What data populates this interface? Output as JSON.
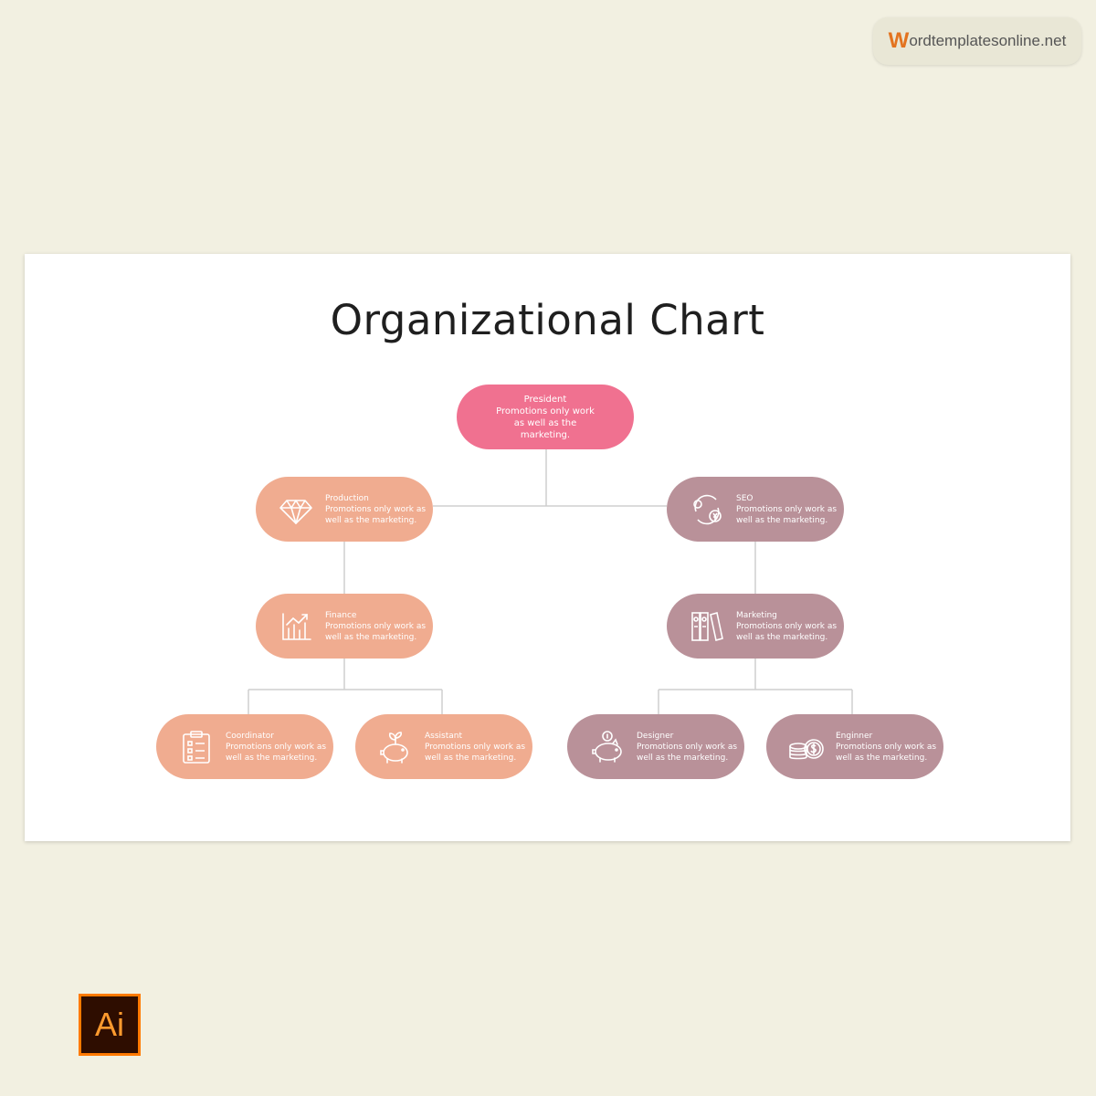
{
  "brand": {
    "initial": "W",
    "rest": "ordtemplatesonline.net"
  },
  "title": "Organizational Chart",
  "nodes": {
    "president": {
      "name": "President",
      "desc": "Promotions only work as well as the marketing."
    },
    "production": {
      "name": "Production",
      "desc": "Promotions only work as well as the marketing."
    },
    "seo": {
      "name": "SEO",
      "desc": "Promotions only work as well as the marketing."
    },
    "finance": {
      "name": "Finance",
      "desc": "Promotions only work as well as the marketing."
    },
    "marketing": {
      "name": "Marketing",
      "desc": "Promotions only work as well as the marketing."
    },
    "coordinator": {
      "name": "Coordinator",
      "desc": "Promotions only work as well as the marketing."
    },
    "assistant": {
      "name": "Assistant",
      "desc": "Promotions only work as well as the marketing."
    },
    "designer": {
      "name": "Designer",
      "desc": "Promotions only work as well as the marketing."
    },
    "engineer": {
      "name": "Enginner",
      "desc": "Promotions only work as well as the marketing."
    }
  },
  "colors": {
    "pink": "#f07190",
    "peach": "#f0ac90",
    "mauve": "#b99199",
    "connector": "#cfcfcf"
  },
  "icons": {
    "production": "diamond-icon",
    "seo": "refresh-coin-icon",
    "finance": "growth-chart-icon",
    "marketing": "binders-icon",
    "coordinator": "clipboard-icon",
    "assistant": "piggy-plant-icon",
    "designer": "piggy-bank-icon",
    "engineer": "coins-icon"
  },
  "software_badge": "Ai"
}
